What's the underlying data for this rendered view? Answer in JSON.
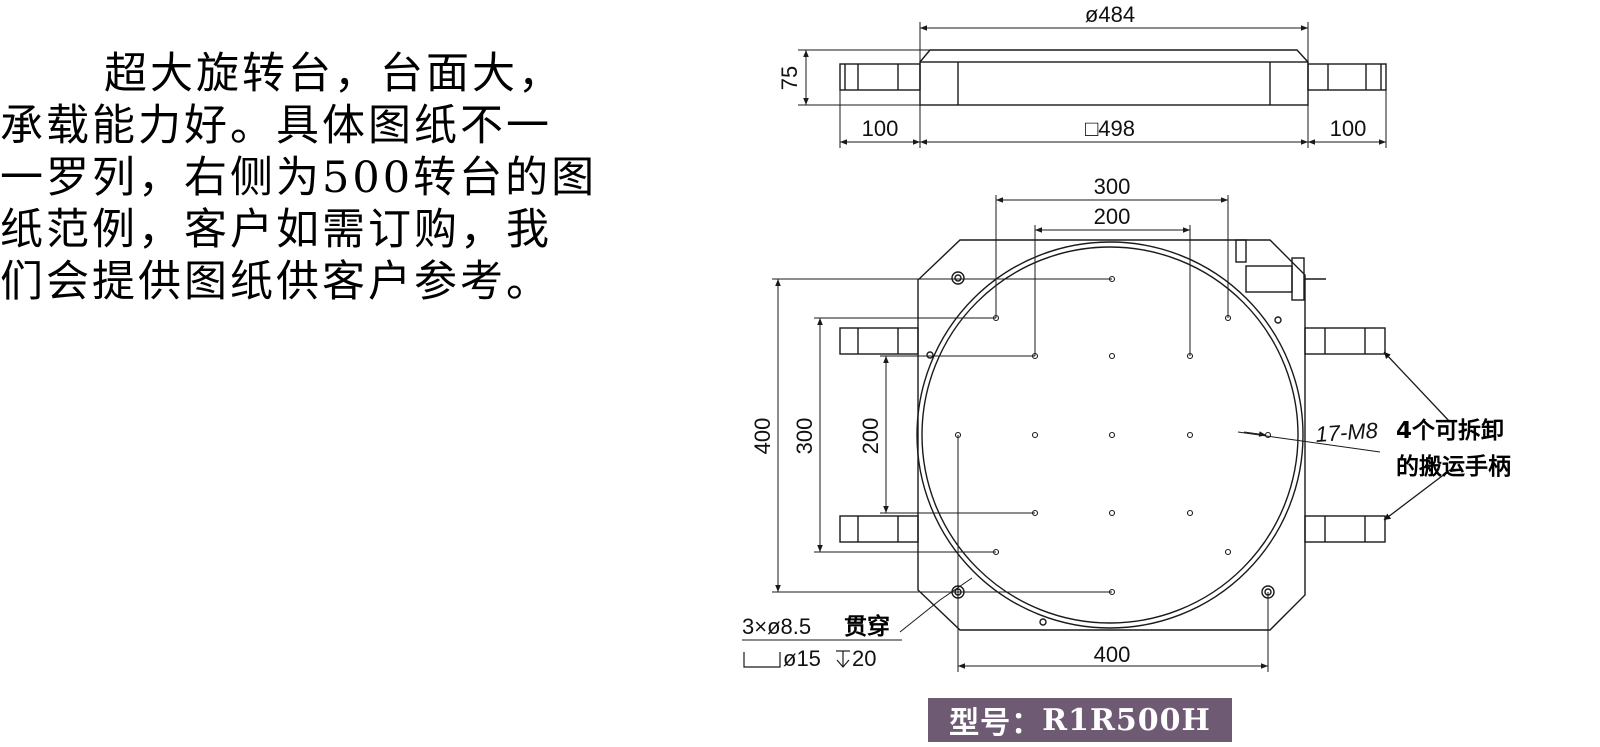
{
  "intro": {
    "lines": [
      "超大旋转台，台面大，",
      "承载能力好。具体图纸不一",
      "一罗列，右侧为500转台的图",
      "纸范例，客户如需订购，我",
      "们会提供图纸供客户参考。"
    ]
  },
  "top_view": {
    "dia_overall": "ø484",
    "height": "75",
    "handle_left": "100",
    "body_width": "□498",
    "handle_right": "100"
  },
  "plan_view": {
    "dim_top_300": "300",
    "dim_top_200": "200",
    "dim_left_400": "400",
    "dim_left_300": "300",
    "dim_left_200": "200",
    "dim_bottom_400": "400",
    "tapped_holes": "17-M8",
    "through_holes": "3×ø8.5",
    "through_label": "贯穿",
    "counterbore": "ø15",
    "counterbore_depth": "20"
  },
  "handles_note": {
    "line1": "4个可拆卸",
    "line2": "的搬运手柄"
  },
  "model": {
    "label": "型号：",
    "value": "R1R500H"
  },
  "colors": {
    "line": "#1a1a1a",
    "model_bg": "#6e5a72",
    "model_text": "#ffffff"
  }
}
